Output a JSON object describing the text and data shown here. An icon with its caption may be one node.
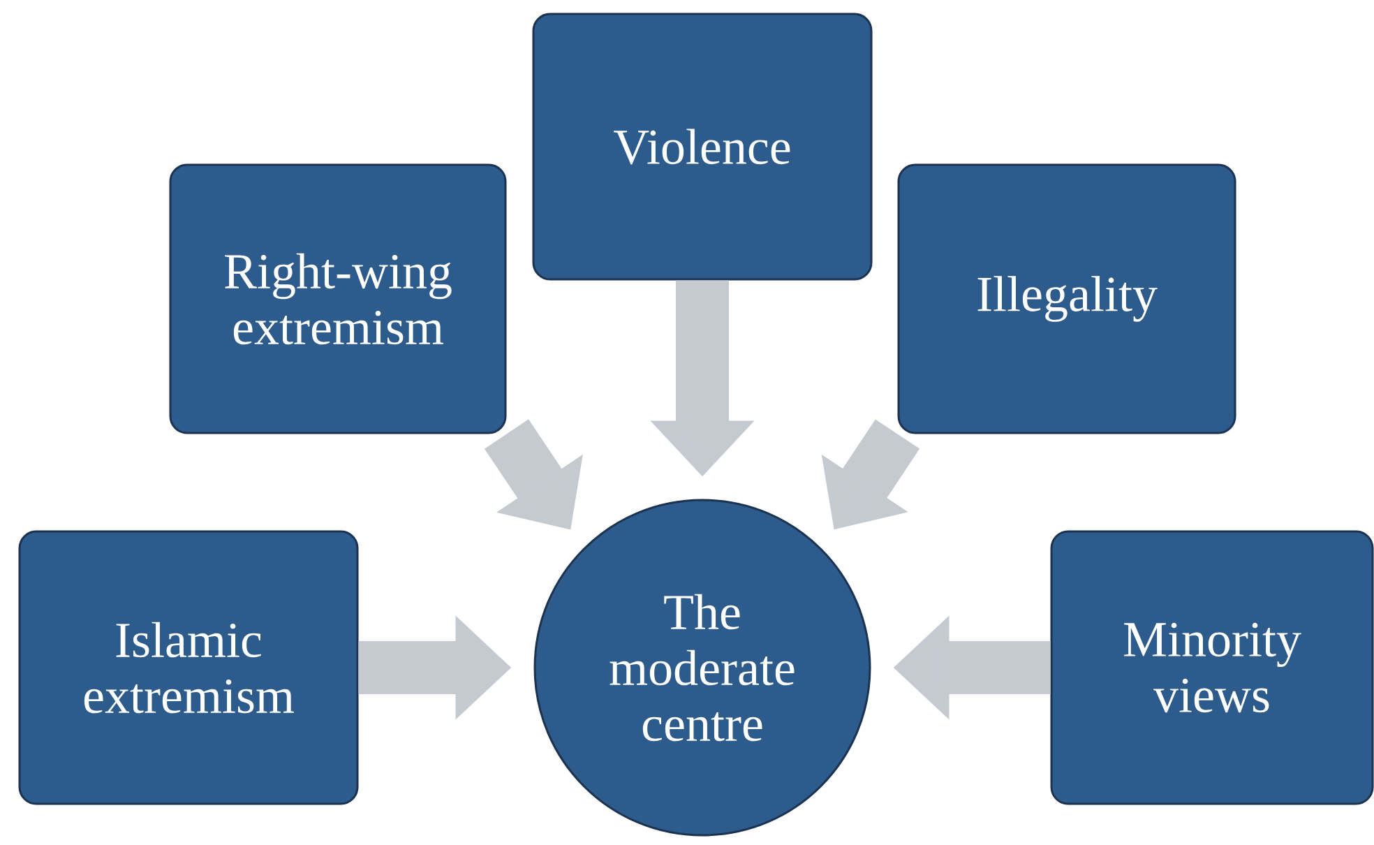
{
  "diagram": {
    "nodes": [
      {
        "text": [
          "Violence"
        ]
      },
      {
        "text": [
          "Right-wing extremism"
        ]
      },
      {
        "text": [
          "Illegality"
        ]
      },
      {
        "text": [
          "Islamic extremism"
        ]
      },
      {
        "text": [
          "The moderate centre"
        ]
      },
      {
        "text": [
          "Minority views"
        ]
      }
    ],
    "edges": [
      {
        "from": 0,
        "to": 4,
        "arrow": "to"
      },
      {
        "from": 1,
        "to": 4,
        "arrow": "to"
      },
      {
        "from": 2,
        "to": 4,
        "arrow": "to"
      },
      {
        "from": 3,
        "to": 4,
        "arrow": "to"
      },
      {
        "from": 5,
        "to": 4,
        "arrow": "to"
      }
    ]
  }
}
